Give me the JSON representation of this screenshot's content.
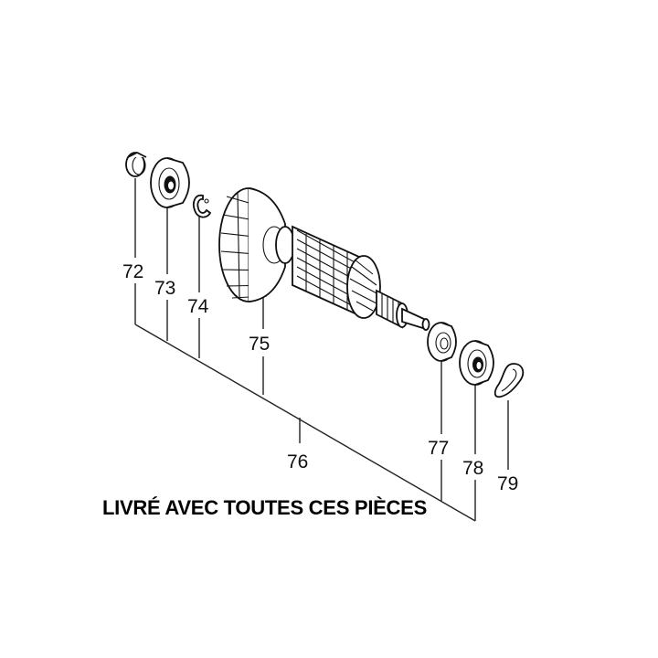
{
  "diagram": {
    "labels": {
      "p72": "72",
      "p73": "73",
      "p74": "74",
      "p75": "75",
      "p76": "76",
      "p77": "77",
      "p78": "78",
      "p79": "79"
    },
    "caption": "LIVRÉ AVEC TOUTES CES PIÈCES"
  }
}
